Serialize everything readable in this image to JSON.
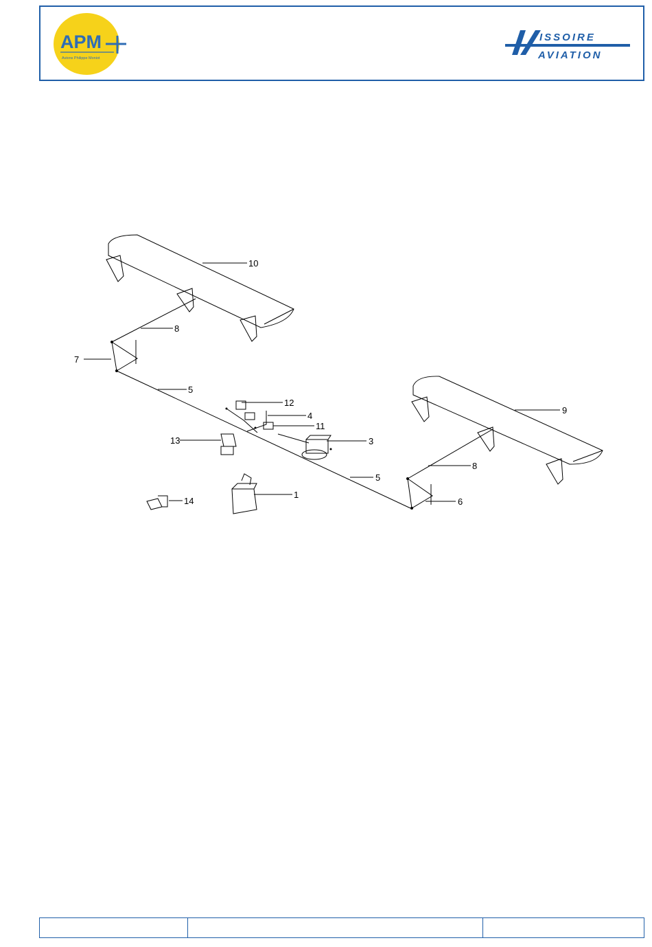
{
  "header": {
    "apm_logo": {
      "main": "APM",
      "sub": "Avions Philippe Moniot"
    },
    "issoire_logo": {
      "line1": "ISSOIRE",
      "line2": "AVIATION"
    },
    "colors": {
      "border": "#1f5ea8",
      "apm_yellow": "#f6d21a",
      "apm_blue": "#2f6db5",
      "issoire_blue": "#1f5ea8"
    }
  },
  "diagram": {
    "callouts": [
      "10",
      "8",
      "7",
      "5",
      "12",
      "4",
      "11",
      "3",
      "13",
      "5",
      "14",
      "1",
      "9",
      "8",
      "6"
    ]
  },
  "footer": {
    "cells": [
      "",
      "",
      ""
    ]
  }
}
